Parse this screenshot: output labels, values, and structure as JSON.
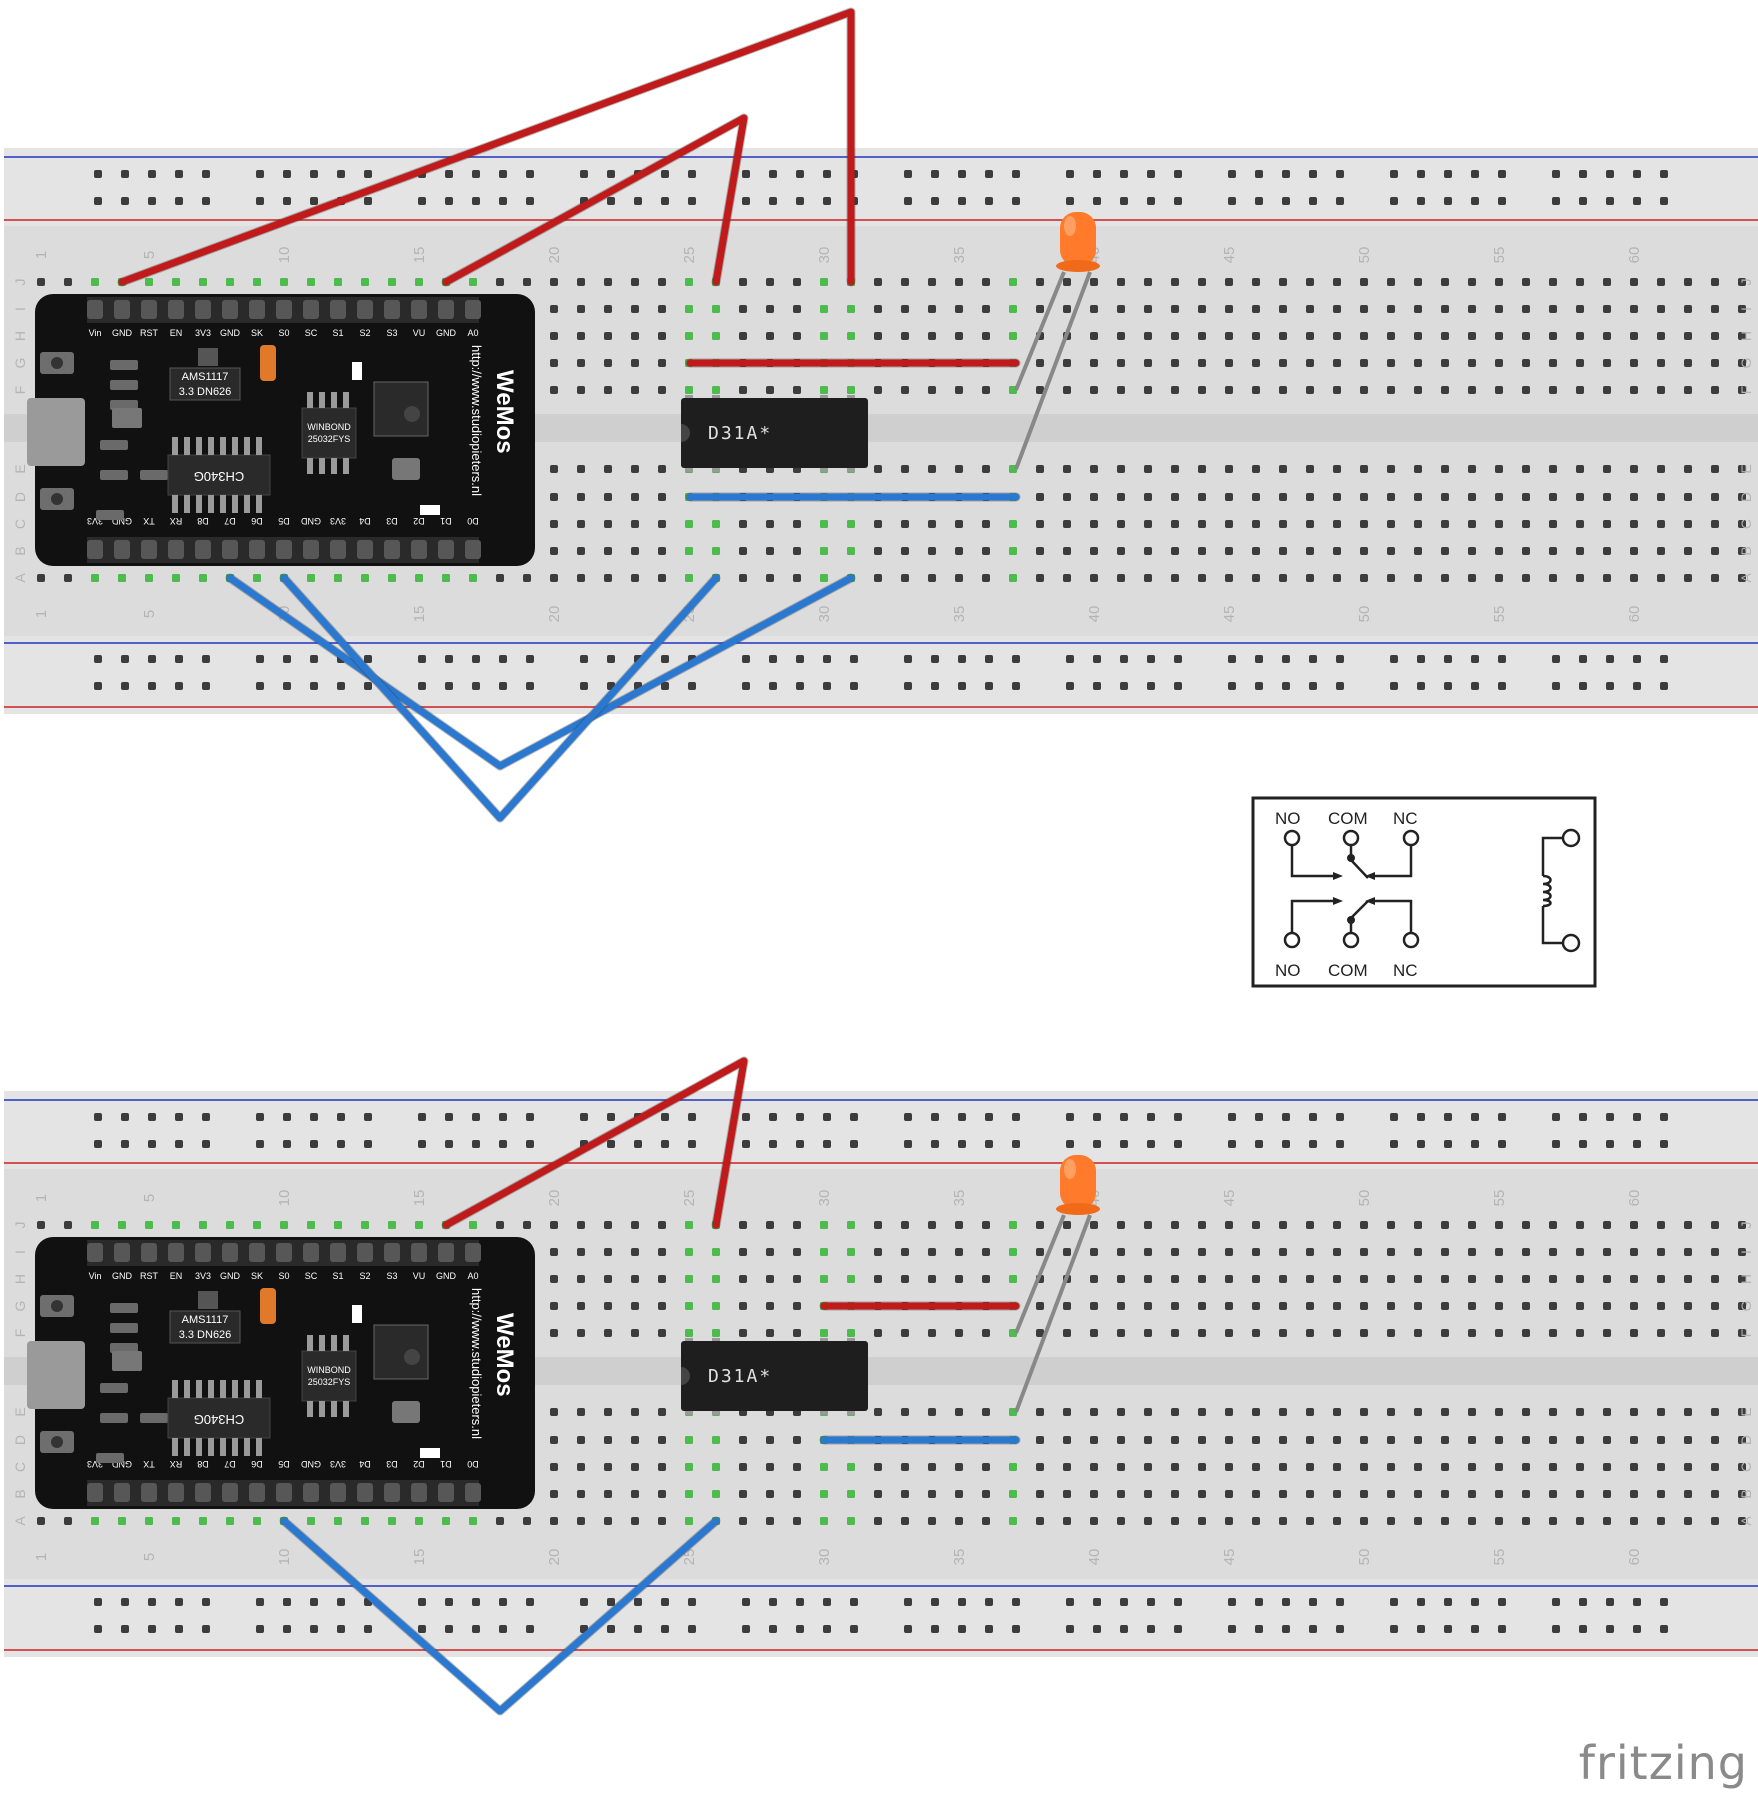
{
  "boards": [
    {
      "id": "top",
      "wemos": {
        "pin_labels_top": [
          "Vin",
          "GND",
          "RST",
          "EN",
          "3V3",
          "GND",
          "SK",
          "S0",
          "SC",
          "S1",
          "S2",
          "S3",
          "VU",
          "GND",
          "A0"
        ],
        "pin_labels_bottom": [
          "3V3",
          "GND",
          "TX",
          "RX",
          "D8",
          "D7",
          "D6",
          "D5",
          "GND",
          "3V3",
          "D4",
          "D3",
          "D2",
          "D1",
          "D0"
        ],
        "regulator_label_1": "AMS1117",
        "regulator_label_2": "3.3 DN626",
        "usb_chip_label": "CH340G",
        "flash_label_1": "WINBOND",
        "flash_label_2": "25032FYS",
        "url_label": "http://www.studiopieters.nl",
        "logo_label": "WeMos"
      },
      "relay_label": "D31A*",
      "column_numbers": [
        "1",
        "5",
        "10",
        "15",
        "20",
        "25",
        "30",
        "35",
        "40",
        "45",
        "50",
        "55",
        "60"
      ],
      "row_letters": [
        "J",
        "I",
        "H",
        "G",
        "F",
        "E",
        "D",
        "C",
        "B",
        "A"
      ]
    },
    {
      "id": "bottom",
      "wemos": {
        "pin_labels_top": [
          "Vin",
          "GND",
          "RST",
          "EN",
          "3V3",
          "GND",
          "SK",
          "S0",
          "SC",
          "S1",
          "S2",
          "S3",
          "VU",
          "GND",
          "A0"
        ],
        "pin_labels_bottom": [
          "3V3",
          "GND",
          "TX",
          "RX",
          "D8",
          "D7",
          "D6",
          "D5",
          "GND",
          "3V3",
          "D4",
          "D3",
          "D2",
          "D1",
          "D0"
        ],
        "regulator_label_1": "AMS1117",
        "regulator_label_2": "3.3 DN626",
        "usb_chip_label": "CH340G",
        "flash_label_1": "WINBOND",
        "flash_label_2": "25032FYS",
        "url_label": "http://www.studiopieters.nl",
        "logo_label": "WeMos"
      },
      "relay_label": "D31A*",
      "column_numbers": [
        "1",
        "5",
        "10",
        "15",
        "20",
        "25",
        "30",
        "35",
        "40",
        "45",
        "50",
        "55",
        "60"
      ],
      "row_letters": [
        "J",
        "I",
        "H",
        "G",
        "F",
        "E",
        "D",
        "C",
        "B",
        "A"
      ]
    }
  ],
  "relay_schematic": {
    "top_labels": [
      "NO",
      "COM",
      "NC"
    ],
    "bottom_labels": [
      "NO",
      "COM",
      "NC"
    ]
  },
  "footer_logo": "fritzing",
  "colors": {
    "wire_red": "#c01a1a",
    "wire_blue": "#2a78d0",
    "led": "#ff7a2a",
    "wemos": "#111111",
    "breadboard": "#dcdcdc",
    "rail_blue": "#2233bb",
    "rail_red": "#cc2222"
  }
}
